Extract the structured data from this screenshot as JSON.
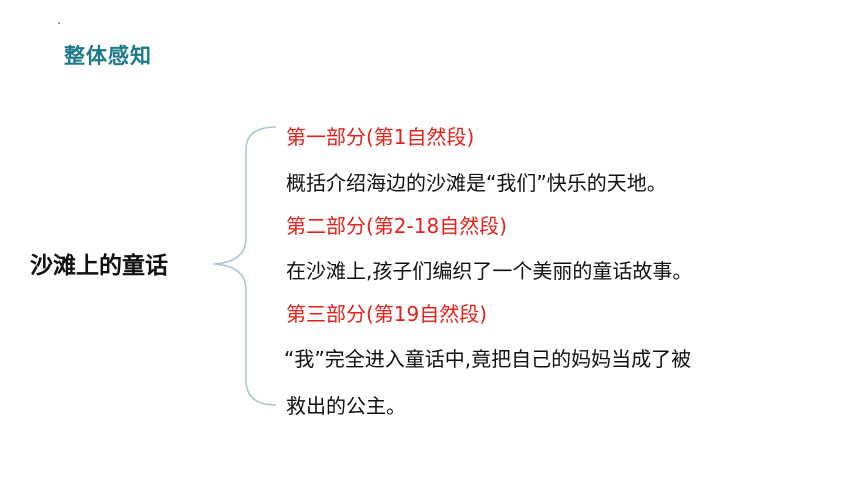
{
  "slide": {
    "section_title": "整体感知",
    "topic": "沙滩上的童话",
    "colors": {
      "section_title": "#1b7a87",
      "heading": "#e8201a",
      "body": "#111111",
      "brace": "#a9c4cc"
    },
    "parts": [
      {
        "heading": "第一部分(第1自然段)",
        "summary": [
          "概括介绍海边的沙滩是“我们”快乐的天地。"
        ]
      },
      {
        "heading": "第二部分(第2-18自然段)",
        "summary": [
          "在沙滩上,孩子们编织了一个美丽的童话故事。"
        ]
      },
      {
        "heading": "第三部分(第19自然段)",
        "summary": [
          "“我”完全进入童话中,竟把自己的妈妈当成了被",
          "救出的公主。"
        ]
      }
    ]
  }
}
